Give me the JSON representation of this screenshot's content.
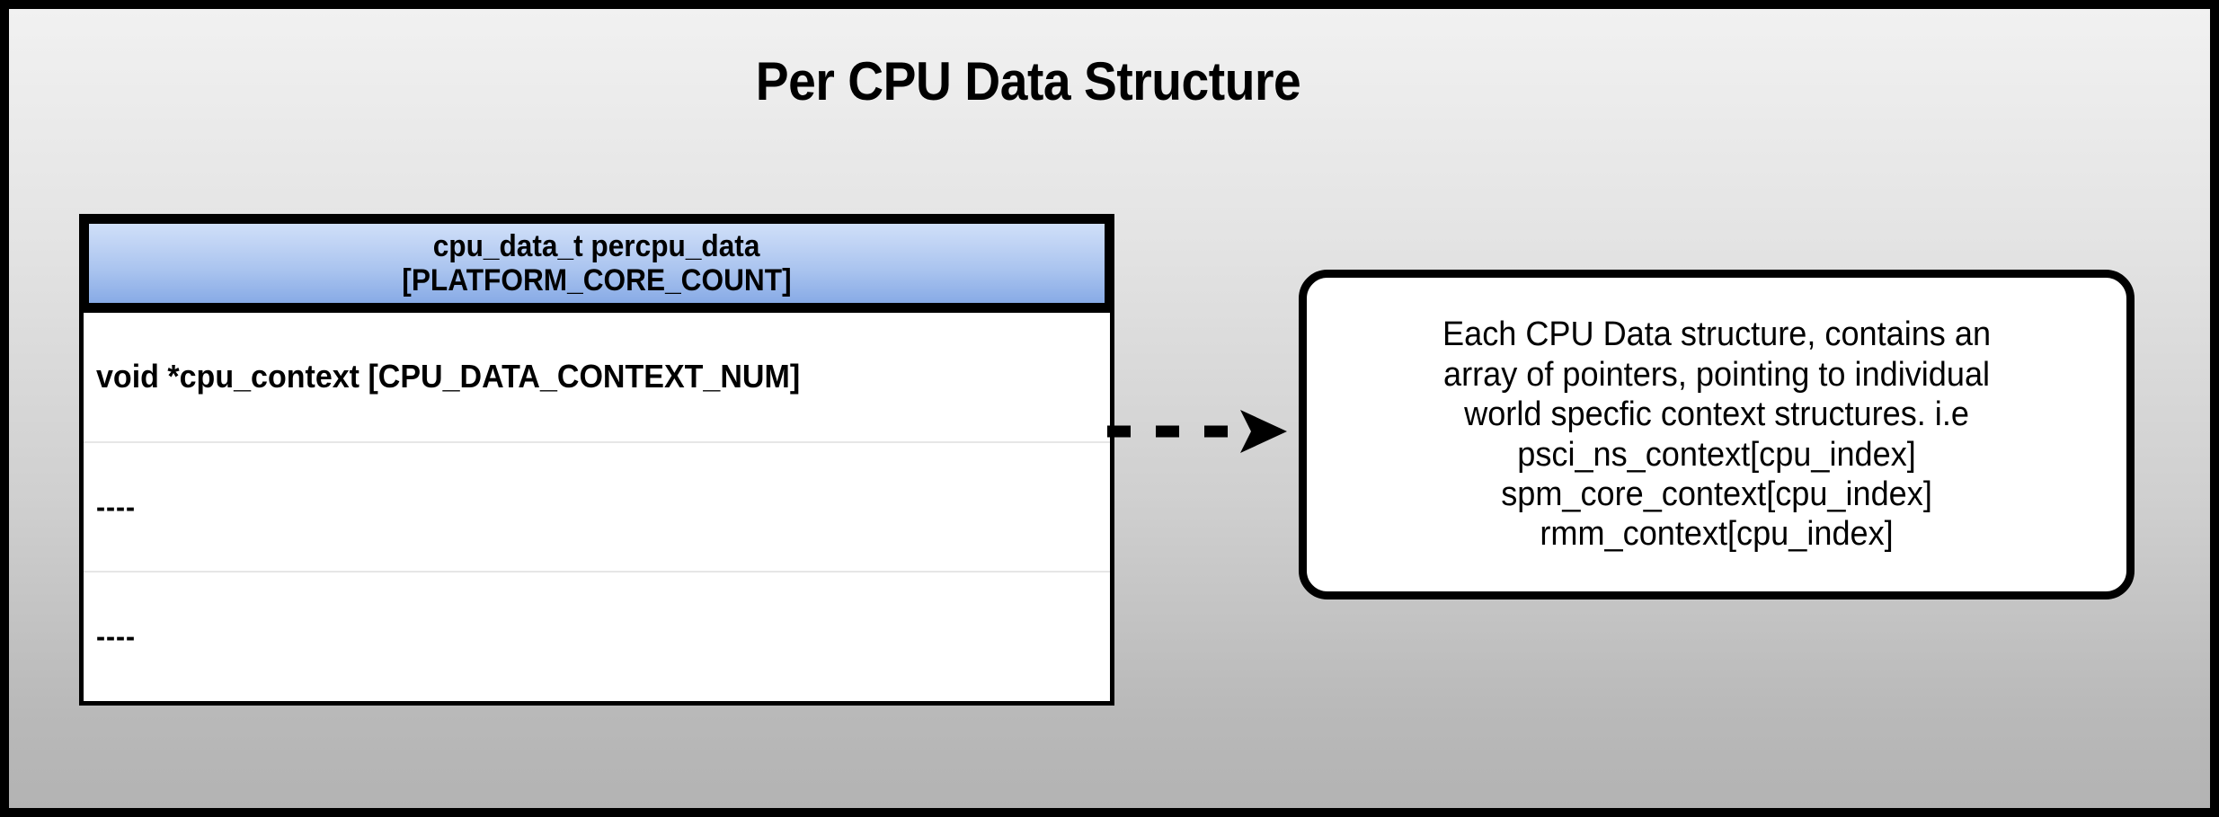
{
  "page": {
    "title": "Per CPU Data Structure",
    "background_top_color": "#f1f1f1",
    "background_bottom_color": "#b3b3b3",
    "frame_color": "#000000"
  },
  "struct_table": {
    "header": {
      "line1": "cpu_data_t percpu_data",
      "line2": "[PLATFORM_CORE_COUNT]",
      "gradient_top_color": "#cfdff8",
      "gradient_bottom_color": "#88abe6",
      "border_color": "#000000"
    },
    "rows": [
      {
        "label": "void *cpu_context [CPU_DATA_CONTEXT_NUM]"
      },
      {
        "label": "----"
      },
      {
        "label": "----"
      }
    ],
    "body_background": "#ffffff",
    "divider_color": "#e6e6e6"
  },
  "connector": {
    "style": "dashed",
    "direction": "right",
    "color": "#000000",
    "icon": "dashed-arrow-right-icon"
  },
  "note": {
    "text": "Each CPU Data structure, contains an\narray of pointers, pointing to individual\nworld specfic context structures. i.e\npsci_ns_context[cpu_index]\nspm_core_context[cpu_index]\nrmm_context[cpu_index]",
    "background": "#ffffff",
    "border_color": "#000000"
  }
}
